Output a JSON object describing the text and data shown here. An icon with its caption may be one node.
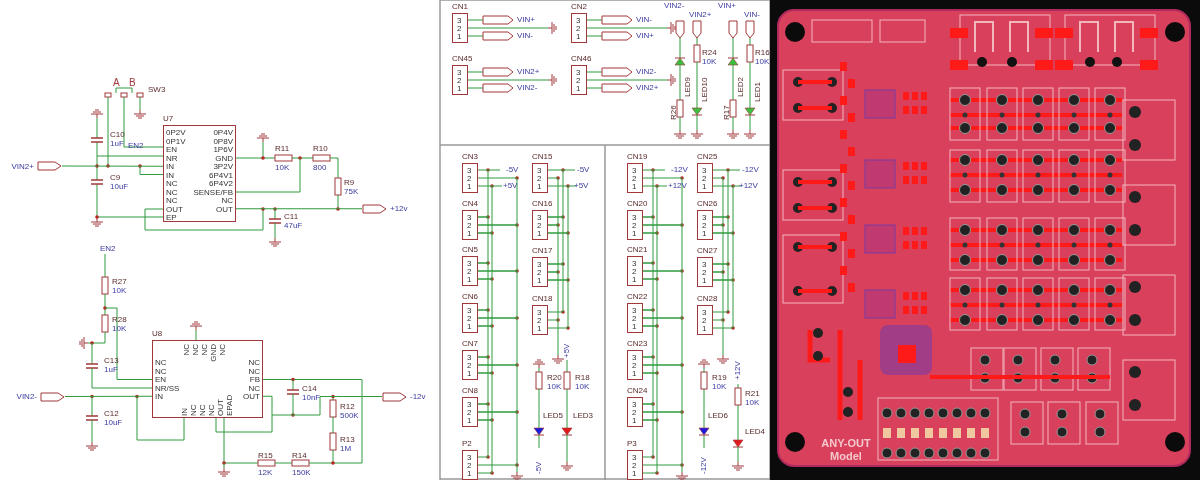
{
  "diagram": {
    "nodes": [
      {
        "text": [
          "0P2V",
          "0P1V",
          "EN",
          "NR",
          "IN",
          "IN",
          "NC",
          "NC",
          "NC",
          "OUT",
          "EP",
          "0P4V",
          "0P8V",
          "1P6V",
          "GND",
          "3P2V",
          "6P4V1",
          "6P4V2",
          "SENSE/FB",
          "NC",
          "OUT"
        ],
        "beside": [
          "U7"
        ]
      },
      {
        "text": [
          "VIN2+"
        ]
      },
      {
        "text": [
          "+12v"
        ]
      },
      {
        "text": [
          "NC",
          "NC",
          "EN",
          "NR/SS",
          "IN",
          "NC",
          "NC",
          "NC",
          "GND",
          "NC",
          "NC",
          "NC",
          "FB",
          "NC",
          "OUT",
          "IN",
          "NC",
          "NC",
          "NC",
          "OUT",
          "EPAD"
        ],
        "beside": [
          "U8"
        ]
      },
      {
        "text": [
          "VIN2-"
        ]
      },
      {
        "text": [
          "-12v"
        ]
      },
      {
        "text": [
          "3",
          "2",
          "1"
        ],
        "beside": [
          "CN1"
        ]
      },
      {
        "text": [
          "3",
          "2",
          "1"
        ],
        "beside": [
          "CN2"
        ]
      },
      {
        "text": [
          "3",
          "2",
          "1"
        ],
        "beside": [
          "CN45"
        ]
      },
      {
        "text": [
          "3",
          "2",
          "1"
        ],
        "beside": [
          "CN46"
        ]
      },
      {
        "text": [
          "3",
          "2",
          "1"
        ],
        "beside": [
          "CN3"
        ]
      },
      {
        "text": [
          "3",
          "2",
          "1"
        ],
        "beside": [
          "CN4"
        ]
      },
      {
        "text": [
          "3",
          "2",
          "1"
        ],
        "beside": [
          "CN5"
        ]
      },
      {
        "text": [
          "3",
          "2",
          "1"
        ],
        "beside": [
          "CN6"
        ]
      },
      {
        "text": [
          "3",
          "2",
          "1"
        ],
        "beside": [
          "CN7"
        ]
      },
      {
        "text": [
          "3",
          "2",
          "1"
        ],
        "beside": [
          "CN8"
        ]
      },
      {
        "text": [
          "3",
          "2",
          "1"
        ],
        "beside": [
          "P2"
        ]
      },
      {
        "text": [
          "3",
          "2",
          "1"
        ],
        "beside": [
          "CN15"
        ]
      },
      {
        "text": [
          "3",
          "2",
          "1"
        ],
        "beside": [
          "CN16"
        ]
      },
      {
        "text": [
          "3",
          "2",
          "1"
        ],
        "beside": [
          "CN17"
        ]
      },
      {
        "text": [
          "3",
          "2",
          "1"
        ],
        "beside": [
          "CN18"
        ]
      },
      {
        "text": [
          "3",
          "2",
          "1"
        ],
        "beside": [
          "CN19"
        ]
      },
      {
        "text": [
          "3",
          "2",
          "1"
        ],
        "beside": [
          "CN20"
        ]
      },
      {
        "text": [
          "3",
          "2",
          "1"
        ],
        "beside": [
          "CN21"
        ]
      },
      {
        "text": [
          "3",
          "2",
          "1"
        ],
        "beside": [
          "CN22"
        ]
      },
      {
        "text": [
          "3",
          "2",
          "1"
        ],
        "beside": [
          "CN23"
        ]
      },
      {
        "text": [
          "3",
          "2",
          "1"
        ],
        "beside": [
          "CN24"
        ]
      },
      {
        "text": [
          "3",
          "2",
          "1"
        ],
        "beside": [
          "P3"
        ]
      },
      {
        "text": [
          "3",
          "2",
          "1"
        ],
        "beside": [
          "CN25"
        ]
      },
      {
        "text": [
          "3",
          "2",
          "1"
        ],
        "beside": [
          "CN26"
        ]
      },
      {
        "text": [
          "3",
          "2",
          "1"
        ],
        "beside": [
          "CN27"
        ]
      },
      {
        "text": [
          "3",
          "2",
          "1"
        ],
        "beside": [
          "CN28"
        ]
      },
      {
        "text": [],
        "shape": "picture"
      }
    ],
    "edges": [
      {
        "from": 1,
        "to": 0,
        "arrow": "none"
      },
      {
        "from": 0,
        "to": 2,
        "arrow": "none"
      },
      {
        "from": 4,
        "to": 3,
        "arrow": "none"
      },
      {
        "from": 3,
        "to": 5,
        "arrow": "none"
      },
      {
        "from": 10,
        "to": 11,
        "arrow": "none"
      },
      {
        "from": 11,
        "to": 12,
        "arrow": "none"
      },
      {
        "from": 12,
        "to": 13,
        "arrow": "none"
      },
      {
        "from": 13,
        "to": 14,
        "arrow": "none"
      },
      {
        "from": 14,
        "to": 15,
        "arrow": "none"
      },
      {
        "from": 15,
        "to": 16,
        "arrow": "none"
      },
      {
        "from": 17,
        "to": 18,
        "arrow": "none"
      },
      {
        "from": 18,
        "to": 19,
        "arrow": "none"
      },
      {
        "from": 19,
        "to": 20,
        "arrow": "none"
      },
      {
        "from": 21,
        "to": 22,
        "arrow": "none"
      },
      {
        "from": 22,
        "to": 23,
        "arrow": "none"
      },
      {
        "from": 23,
        "to": 24,
        "arrow": "none"
      },
      {
        "from": 24,
        "to": 25,
        "arrow": "none"
      },
      {
        "from": 25,
        "to": 26,
        "arrow": "none"
      },
      {
        "from": 26,
        "to": 27,
        "arrow": "none"
      },
      {
        "from": 28,
        "to": 29,
        "arrow": "none"
      },
      {
        "from": 29,
        "to": 30,
        "arrow": "none"
      },
      {
        "from": 30,
        "to": 31,
        "arrow": "none"
      }
    ],
    "labels": [
      "A",
      "B",
      "SW3",
      "C10",
      "1uF",
      "EN2",
      "C9",
      "10uF",
      "R11",
      "10K",
      "R10",
      "800",
      "R9",
      "75K",
      "C11",
      "47uF",
      "EN2",
      "R27",
      "10K",
      "R28",
      "10K",
      "C13",
      "1uF",
      "C12",
      "10uF",
      "C14",
      "10nF",
      "R12",
      "500K",
      "R13",
      "1M",
      "R15",
      "12K",
      "R14",
      "150K",
      "VIN+",
      "VIN-",
      "VIN-",
      "VIN+",
      "VIN2+",
      "VIN2-",
      "VIN2-",
      "VIN2+",
      "VIN2-",
      "VIN2+",
      "VIN+",
      "VIN-",
      "R24",
      "10K",
      "R16",
      "10K",
      "LED9",
      "LED10",
      "LED2",
      "LED1",
      "R26",
      "R17",
      "-5V",
      "+5V",
      "-5V",
      "+5V",
      "R20",
      "10K",
      "R18",
      "10K",
      "LED5",
      "LED3",
      "+5V",
      "-5V",
      "-12V",
      "+12V",
      "-12V",
      "+12V",
      "R19",
      "10K",
      "R21",
      "10K",
      "LED6",
      "LED4",
      "+12V",
      "-12V",
      "ANY-OUT Model"
    ]
  }
}
